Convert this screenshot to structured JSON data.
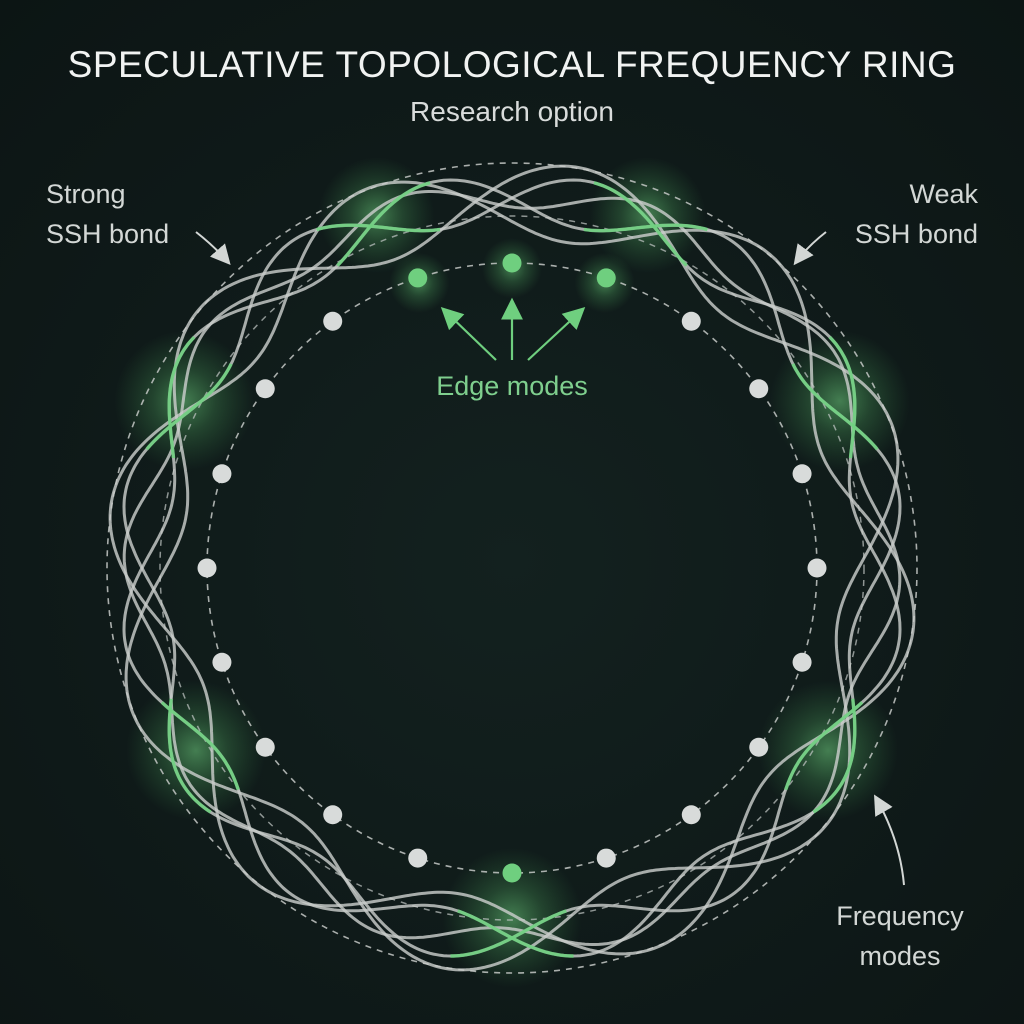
{
  "title": "SPECULATIVE TOPOLOGICAL FREQUENCY RING",
  "subtitle": "Research option",
  "labels": {
    "strong_line1": "Strong",
    "strong_line2": "SSH bond",
    "weak_line1": "Weak",
    "weak_line2": "SSH bond",
    "edge_modes": "Edge modes",
    "freq_line1": "Frequency",
    "freq_line2": "modes"
  },
  "colors": {
    "background": "#0f1a19",
    "strand": "#c9cdcb",
    "dot": "#d8dbda",
    "accent": "#6fcf7f",
    "text": "#d3d7d5"
  }
}
